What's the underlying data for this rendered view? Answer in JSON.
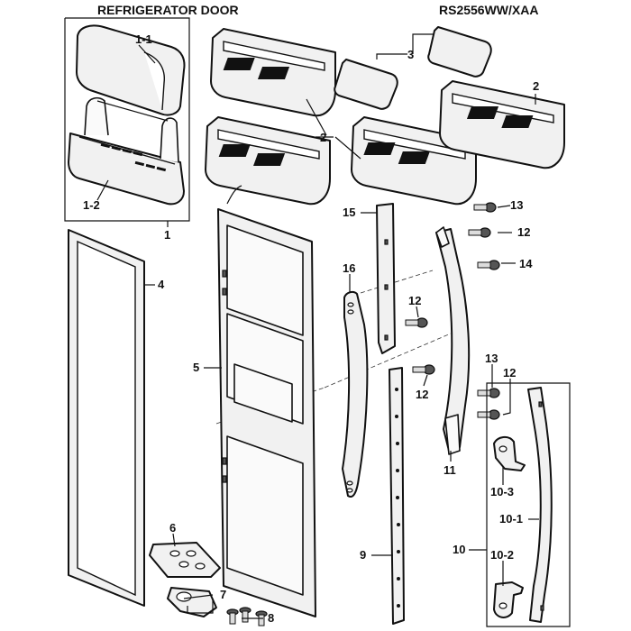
{
  "header": {
    "title": "REFRIGERATOR DOOR",
    "model": "RS2556WW/XAA"
  },
  "callouts": {
    "c1_1": "1-1",
    "c1_2": "1-2",
    "c1": "1",
    "c2_top": "2",
    "c2_mid": "2",
    "c2_right": "2",
    "c3": "3",
    "c4": "4",
    "c5": "5",
    "c6": "6",
    "c7": "7",
    "c8": "8",
    "c9": "9",
    "c10": "10",
    "c10_1": "10-1",
    "c10_2": "10-2",
    "c10_3": "10-3",
    "c11": "11",
    "c12_a": "12",
    "c12_b": "12",
    "c12_c": "12",
    "c12_d": "12",
    "c13_a": "13",
    "c13_b": "13",
    "c14": "14",
    "c15": "15",
    "c16": "16"
  }
}
